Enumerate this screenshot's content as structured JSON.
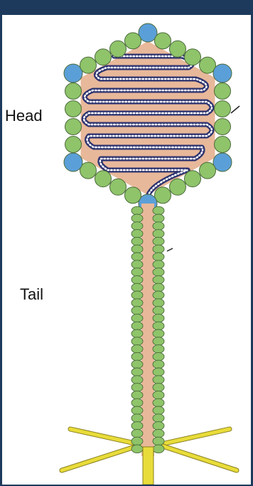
{
  "labels": {
    "head": "Head",
    "tail": "Tail"
  },
  "colors": {
    "frame": "#1d3a5c",
    "background": "#ffffff",
    "capsid_fill": "#e8b89a",
    "capsomere_green": "#8fc46a",
    "capsomere_blue": "#5b9fd8",
    "capsomere_stroke": "#4a6a3a",
    "dna": "#2e3470",
    "tail_sheath": "#8fc46a",
    "tail_core": "#e8b89a",
    "tail_fibers": "#e8dc3a"
  },
  "parts": [
    "capsid",
    "dna-genome",
    "tail-sheath",
    "tail-fibers",
    "tail-tip"
  ]
}
